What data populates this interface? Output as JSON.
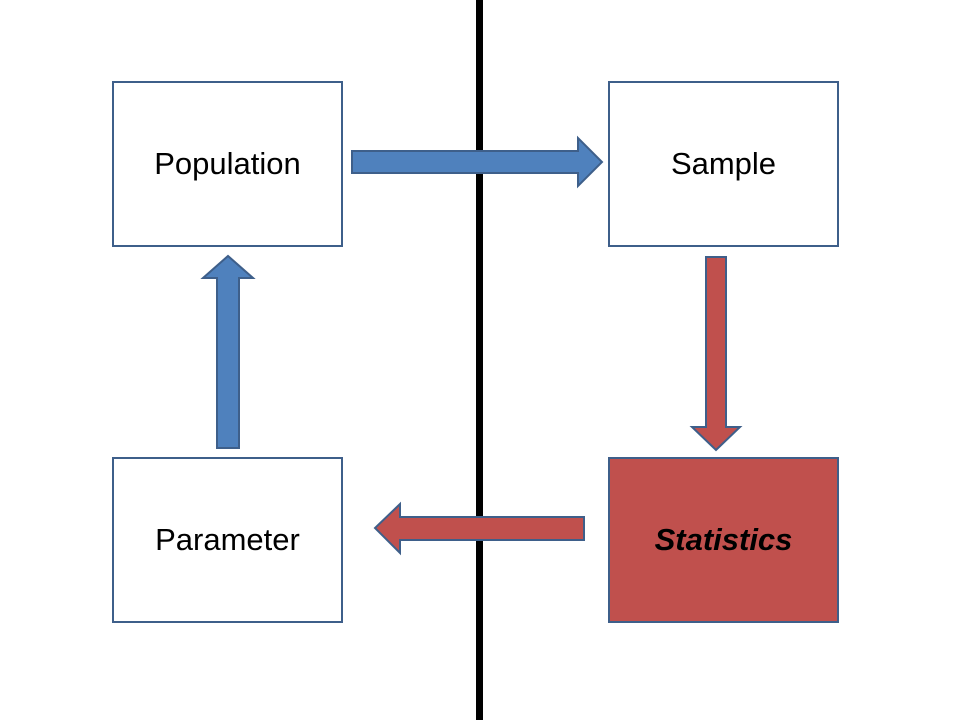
{
  "diagram": {
    "nodes": {
      "population": "Population",
      "sample": "Sample",
      "parameter": "Parameter",
      "statistics": "Statistics"
    },
    "edges": [
      {
        "from": "population",
        "to": "sample",
        "color": "#4f81bd"
      },
      {
        "from": "sample",
        "to": "statistics",
        "color": "#c0504d"
      },
      {
        "from": "statistics",
        "to": "parameter",
        "color": "#c0504d"
      },
      {
        "from": "parameter",
        "to": "population",
        "color": "#4f81bd"
      }
    ]
  },
  "colors": {
    "blue_arrow": "#4f81bd",
    "red_arrow": "#c0504d",
    "statistics_fill": "#c0504d",
    "box_border": "#3e5f8a",
    "divider": "#000000"
  }
}
